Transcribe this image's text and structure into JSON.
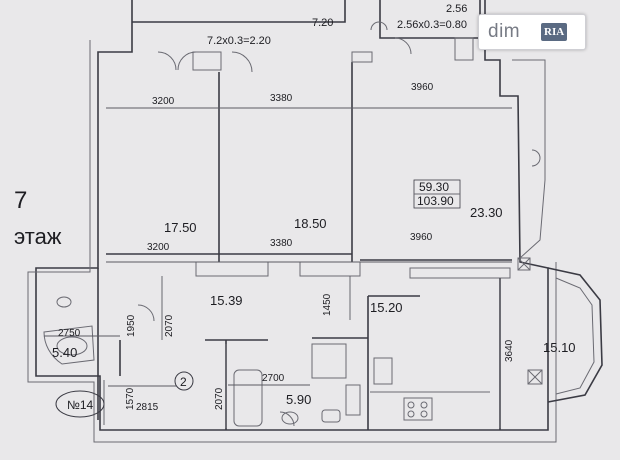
{
  "floor": {
    "number": "7",
    "word": "этаж"
  },
  "apartment_number": "№14",
  "top_labels": {
    "balcony_formula": "7.2x0.3=2.20",
    "balcony_area": "7.20",
    "balcony2_top": "2.56",
    "balcony2_formula": "2.56x0.3=0.80"
  },
  "dimensions": {
    "room1_width_top": "3200",
    "room2_width_top": "3380",
    "room3_width_top": "3960",
    "room1_width_bottom": "3200",
    "room2_width_bottom": "3380",
    "room3_width_bottom": "3960",
    "hall_depth": "1450",
    "bath_v1": "1950",
    "bath_v2": "2070",
    "bath_h": "2750",
    "wc_v": "1570",
    "wc_h": "2815",
    "corridor_v": "2070",
    "corridor_h": "2700",
    "kitchen_v": "3640"
  },
  "areas": {
    "room1": "17.50",
    "room2": "18.50",
    "room3": "23.30",
    "living_total": "59.30",
    "total": "103.90",
    "hall": "15.39",
    "kitchen_hall": "15.20",
    "bay_room": "15.10",
    "bathroom": "5.40",
    "toilet": "5.90",
    "corridor_number": "2"
  },
  "watermark": {
    "text": "dim",
    "badge": "RIA"
  }
}
